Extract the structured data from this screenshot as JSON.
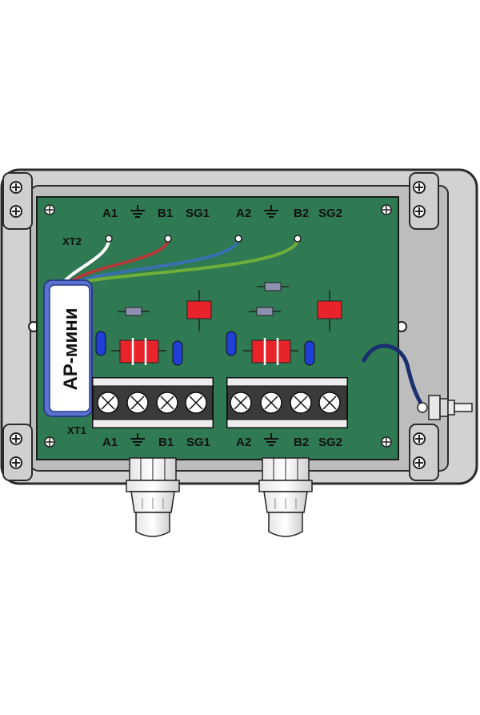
{
  "device": {
    "module_label": "АР-мини",
    "connector_top": "XT2",
    "connector_bottom": "XT1"
  },
  "top_labels": {
    "a1": "A1",
    "b1": "B1",
    "sg1": "SG1",
    "a2": "A2",
    "b2": "B2",
    "sg2": "SG2"
  },
  "bottom_labels": {
    "a1": "A1",
    "b1": "B1",
    "sg1": "SG1",
    "a2": "A2",
    "b2": "B2",
    "sg2": "SG2"
  },
  "wire_colors": [
    "#ffffff",
    "#b03a3a",
    "#3a6fb0",
    "#6fae3a"
  ],
  "colors": {
    "housing": "#d2d2d2",
    "board": "#2f7a52",
    "component_red": "#e8232a",
    "component_blue": "#1f3fd6",
    "terminal": "#3a3a3a",
    "module": "#ffffff",
    "module_border": "#4a63c8"
  },
  "icons": [
    "ground-icon",
    "screw-icon",
    "mounting-hole-icon",
    "cable-gland-icon"
  ]
}
